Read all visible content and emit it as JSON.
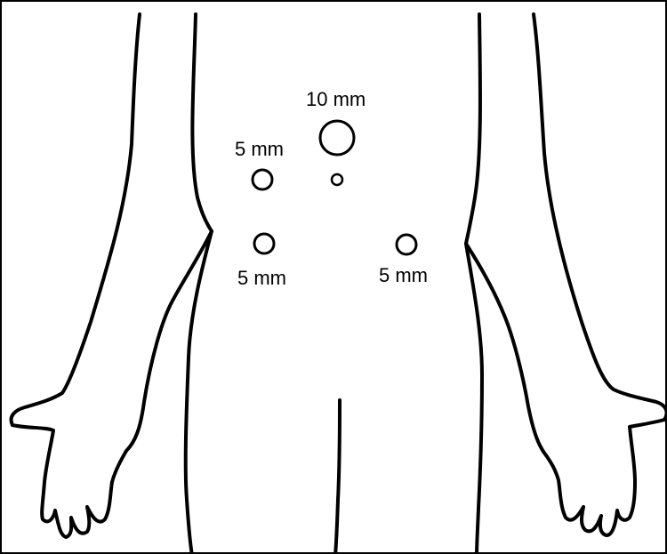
{
  "ports": {
    "port_top": {
      "label": "10 mm"
    },
    "port_left_upper": {
      "label": "5 mm"
    },
    "port_left_lower": {
      "label": "5 mm"
    },
    "port_right": {
      "label": "5 mm"
    }
  },
  "colors": {
    "line": "#000000",
    "background": "#ffffff"
  }
}
